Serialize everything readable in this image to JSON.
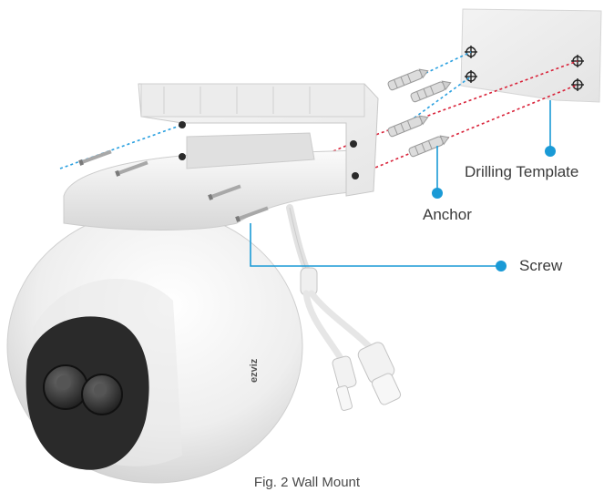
{
  "labels": {
    "drilling_template": "Drilling Template",
    "anchor": "Anchor",
    "screw": "Screw"
  },
  "caption": "Fig. 2 Wall Mount",
  "logo_text": "ezviz",
  "colors": {
    "callout": "#1a9ad6",
    "red_guide": "#d9233a",
    "blue_guide": "#2aa0e0",
    "body_white": "#f4f4f4",
    "lens_dark": "#2e2e2e"
  }
}
